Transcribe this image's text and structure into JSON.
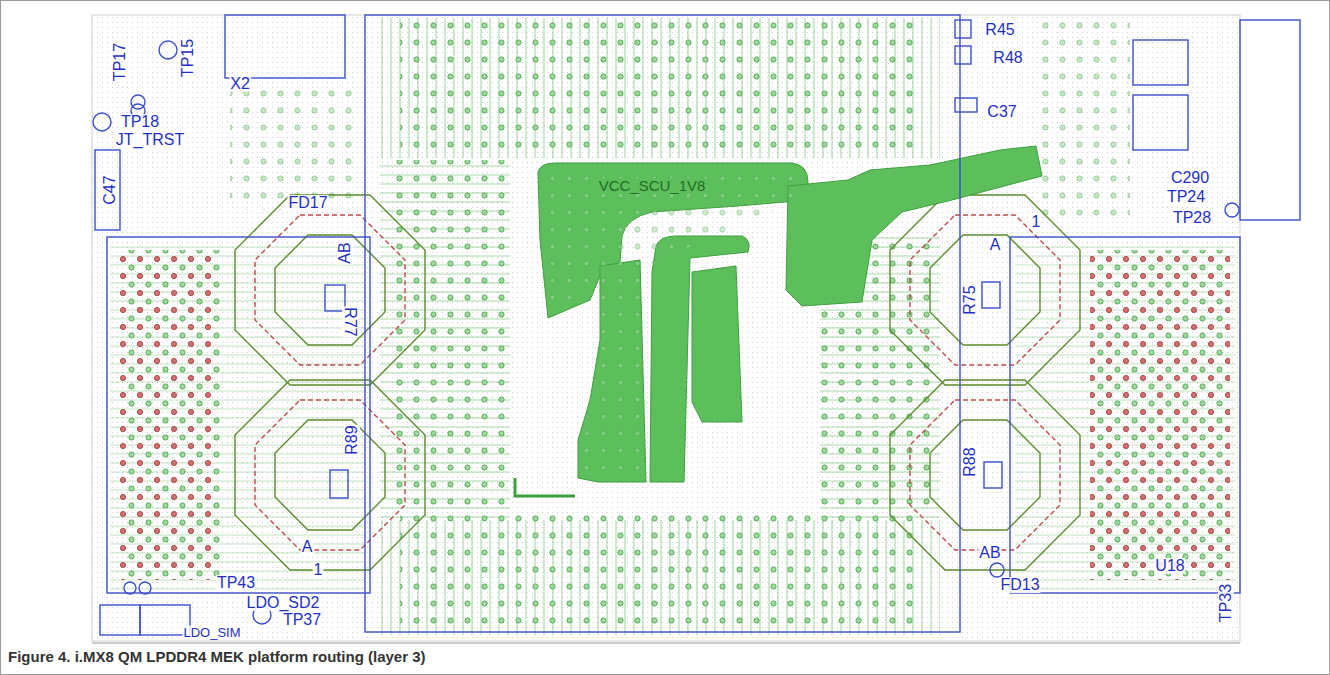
{
  "diagram": {
    "caption": "Figure 4. i.MX8 QM LPDDR4 MEK platform routing (layer 3)",
    "labels": [
      "TP17",
      "TP15",
      "X2",
      "TP18",
      "JT_TRST",
      "C47",
      "FD17",
      "AB",
      "R77",
      "R89",
      "A",
      "1",
      "TP43",
      "LDO_SD2",
      "TP37",
      "R45",
      "R48",
      "C37",
      "C290",
      "TP24",
      "TP28",
      "1",
      "A",
      "R75",
      "R88",
      "AB",
      "FD13",
      "U18",
      "TP33",
      "VCC_SCU_1V8",
      "LDO_SIM"
    ]
  }
}
